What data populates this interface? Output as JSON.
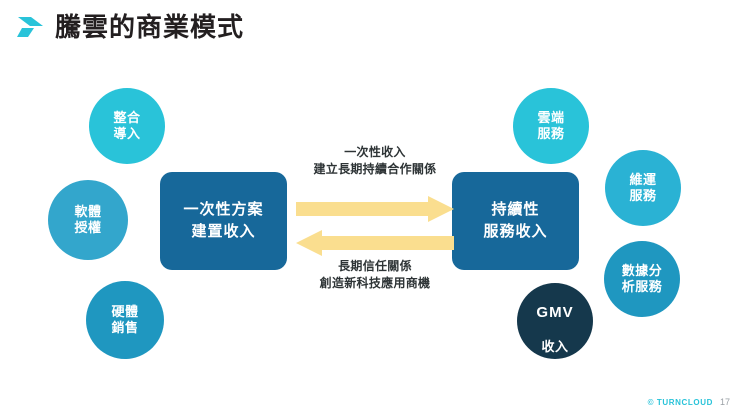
{
  "header": {
    "title": "騰雲的商業模式",
    "logo_icon": "chevron-right-icon",
    "logo_color": "#29c3d9"
  },
  "diagram": {
    "left_bubbles": [
      {
        "id": "integration",
        "label": "整合\n導入",
        "color": "#29c3d9"
      },
      {
        "id": "software",
        "label": "軟體\n授權",
        "color": "#33a6cc"
      },
      {
        "id": "hardware",
        "label": "硬體\n銷售",
        "color": "#1f97c0"
      }
    ],
    "right_bubbles": [
      {
        "id": "cloud",
        "label": "雲端\n服務",
        "color": "#29c3d9"
      },
      {
        "id": "maintain",
        "label": "維運\n服務",
        "color": "#2ab2d4"
      },
      {
        "id": "analytics",
        "label": "數據分\n析服務",
        "color": "#1f97c0"
      }
    ],
    "gmv_bubble": {
      "id": "gmv",
      "label_top": "GMV",
      "label_bottom": "收入",
      "color": "#15384c"
    },
    "boxes": [
      {
        "id": "onetime",
        "label": "一次性方案\n建置收入",
        "color": "#17689a"
      },
      {
        "id": "recurring",
        "label": "持續性\n服務收入",
        "color": "#17689a"
      }
    ],
    "arrows": [
      {
        "id": "forward",
        "direction": "right",
        "color": "#fade8f",
        "caption": "一次性收入\n建立長期持續合作關係"
      },
      {
        "id": "back",
        "direction": "left",
        "color": "#fade8f",
        "caption": "長期信任關係\n創造新科技應用商機"
      }
    ]
  },
  "footer": {
    "brand": "© TURNCLOUD",
    "page_number": "17"
  }
}
